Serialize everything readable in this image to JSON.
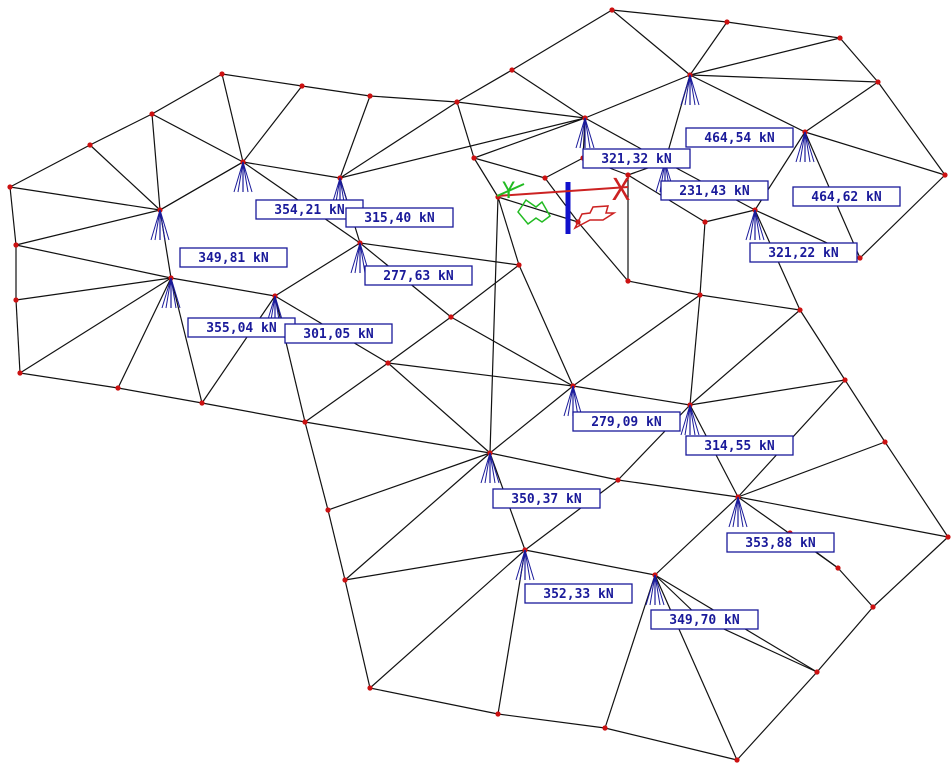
{
  "colors": {
    "mesh": "#111111",
    "node": "#cc1111",
    "reaction": "#1a1a9a",
    "label_border": "#1a1a9a",
    "label_text": "#1a1a9a",
    "axis_x": "#cc2222",
    "axis_y": "#22bb22",
    "axis_z": "#1111cc"
  },
  "axis_labels": {
    "x": "X",
    "y": "Y"
  },
  "reaction_labels": [
    "464,54 kN",
    "321,32 kN",
    "231,43 kN",
    "464,62 kN",
    "354,21 kN",
    "315,40 kN",
    "321,22 kN",
    "349,81 kN",
    "277,63 kN",
    "355,04 kN",
    "301,05 kN",
    "279,09 kN",
    "314,55 kN",
    "350,37 kN",
    "353,88 kN",
    "352,33 kN",
    "349,70 kN"
  ]
}
